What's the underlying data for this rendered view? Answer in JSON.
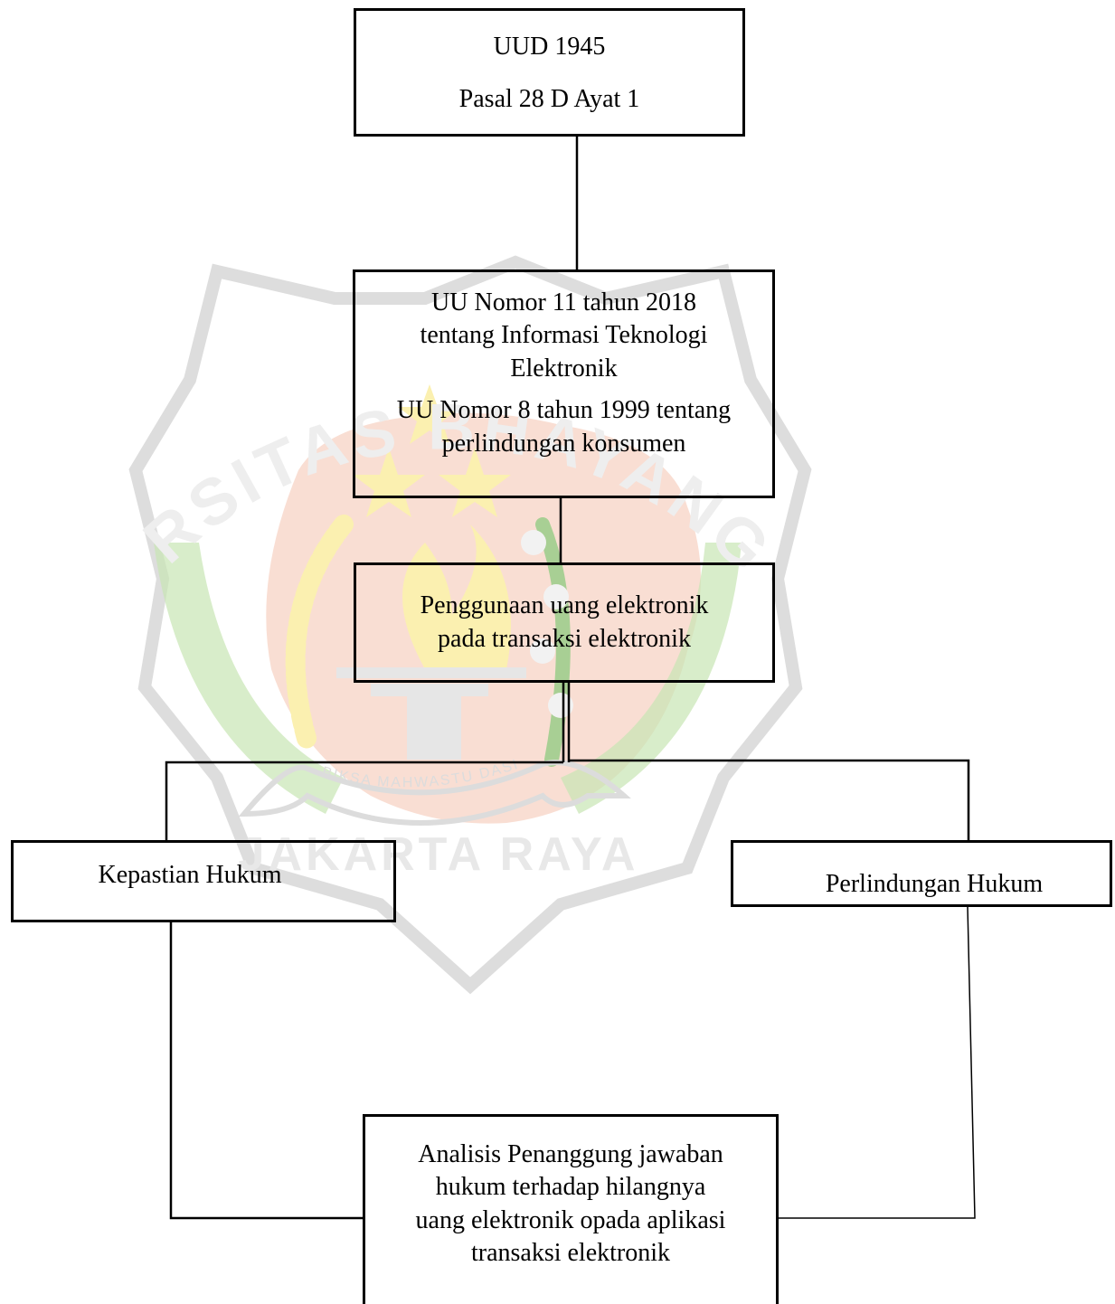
{
  "watermark": {
    "arc_text": "UNIVERSITAS BHAYANGKARA",
    "ribbon_text": "BIKSA MAHWASTU DASI",
    "bottom_text": "JAKARTA RAYA",
    "colors": {
      "shield": "#f6d0c0",
      "border": "#dddddd",
      "green": "#c8e6b4",
      "gold": "#fbf0b0"
    }
  },
  "diagram": {
    "uud": {
      "line1": "UUD 1945",
      "line2": "Pasal 28 D Ayat 1"
    },
    "uu": {
      "line1": "UU Nomor 11 tahun 2018",
      "line2": "tentang Informasi Teknologi",
      "line3": "Elektronik",
      "line4": "UU Nomor 8 tahun 1999 tentang",
      "line5": "perlindungan konsumen"
    },
    "penggunaan": {
      "line1": "Penggunaan uang elektronik",
      "line2": "pada transaksi elektronik"
    },
    "kepastian": {
      "label": "Kepastian Hukum"
    },
    "perlindungan": {
      "label": "Perlindungan Hukum"
    },
    "analisis": {
      "line1": "Analisis Penanggung jawaban",
      "line2": "hukum terhadap hilangnya",
      "line3": "uang elektronik opada aplikasi",
      "line4": "transaksi elektronik"
    }
  }
}
